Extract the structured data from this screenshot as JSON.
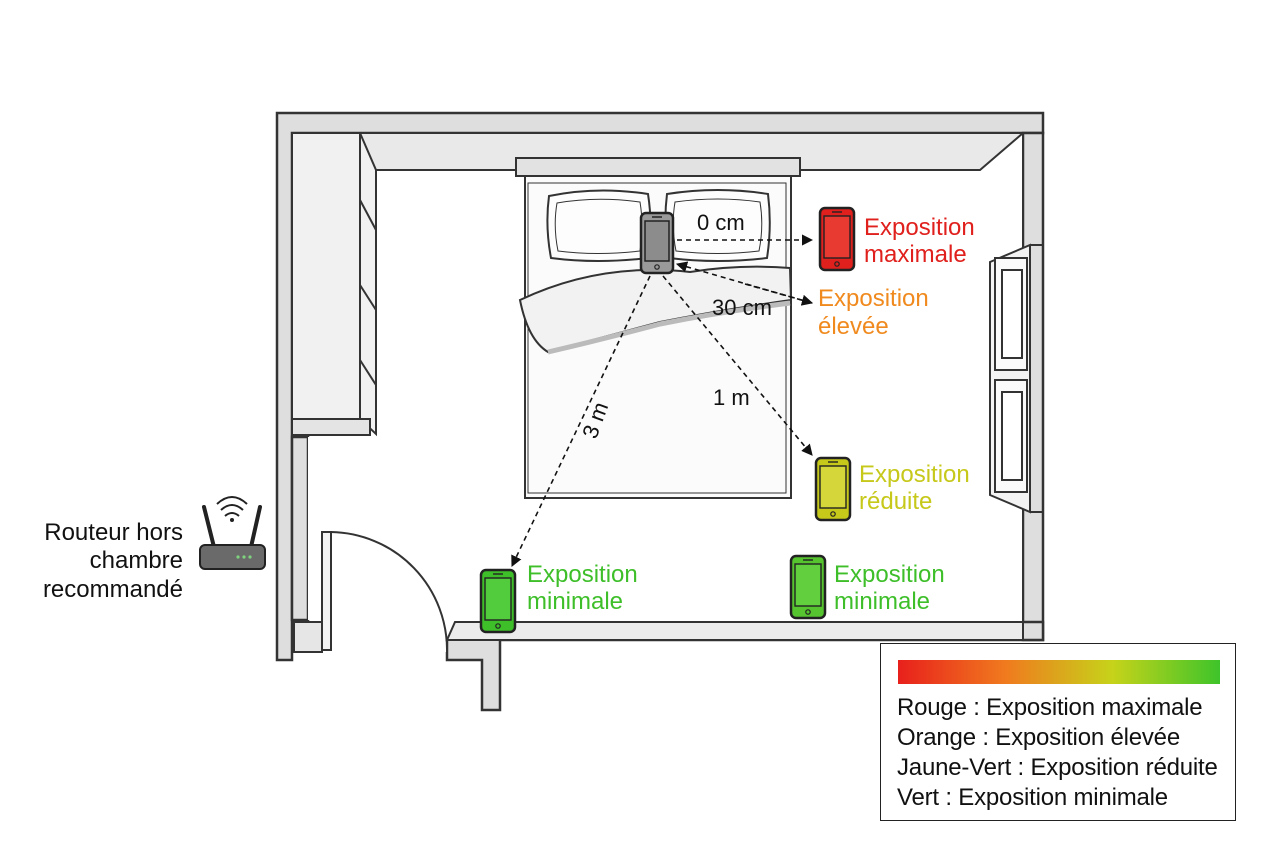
{
  "distances": {
    "d0": "0 cm",
    "d30": "30 cm",
    "d1m": "1 m",
    "d3m": "3 m"
  },
  "phones": {
    "maximal": {
      "line1": "Exposition",
      "line2": "maximale",
      "color": "#e0201c"
    },
    "elevee": {
      "line1": "Exposition",
      "line2": "élevée",
      "color": "#f08a1e"
    },
    "reduite": {
      "line1": "Exposition",
      "line2": "réduite",
      "color": "#c6c81a"
    },
    "minimal_left": {
      "line1": "Exposition",
      "line2": "minimale",
      "color": "#3ebf2a"
    },
    "minimal_right": {
      "line1": "Exposition",
      "line2": "minimale",
      "color": "#3ebf2a"
    },
    "bed_phone_color": "#9a9a9a"
  },
  "router": {
    "line1": "Routeur hors",
    "line2": "chambre",
    "line3": "recommandé",
    "icon": "wifi-router-icon"
  },
  "legend": {
    "gradient": [
      "#e8201c",
      "#f07a1e",
      "#c6d31a",
      "#3ec42a"
    ],
    "items": [
      "Rouge : Exposition maximale",
      "Orange : Exposition élevée",
      "Jaune-Vert : Exposition réduite",
      "Vert : Exposition minimale"
    ]
  }
}
